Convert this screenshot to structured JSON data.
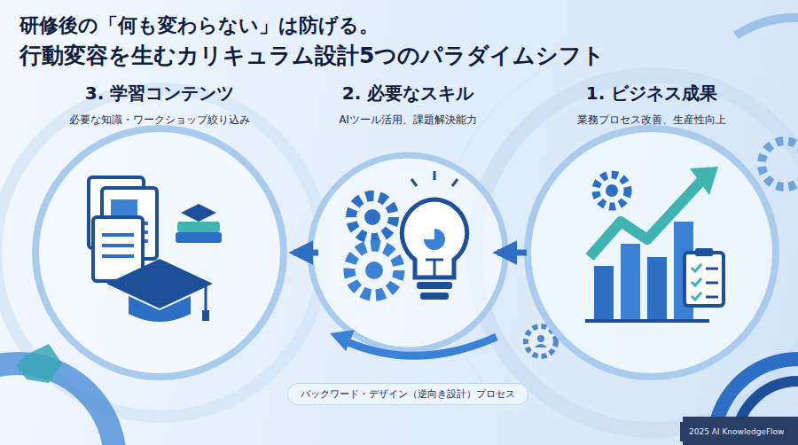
{
  "diagram": {
    "title": "行動変容を生むカリキュラム設計5つのパラダイムシフト",
    "nodes": [
      {
        "text": [
          "1. ビジネス成果",
          "業務プロセス改善、生産性向上"
        ]
      },
      {
        "text": [
          "2. 必要なスキル",
          "AIツール活用、課題解決能力"
        ]
      },
      {
        "text": [
          "3. 学習コンテンツ",
          "必要な知識・ワークショップ絞り込み"
        ]
      }
    ],
    "edges": [
      {
        "from": 0,
        "to": 1,
        "arrow": "to"
      },
      {
        "from": 1,
        "to": 2,
        "arrow": "to"
      }
    ],
    "labels": [
      "研修後の「何も変わらない」は防げる。",
      "バックワード・デザイン（逆向き設計）プロセス",
      "2025 AI KnowledgeFlow"
    ]
  }
}
